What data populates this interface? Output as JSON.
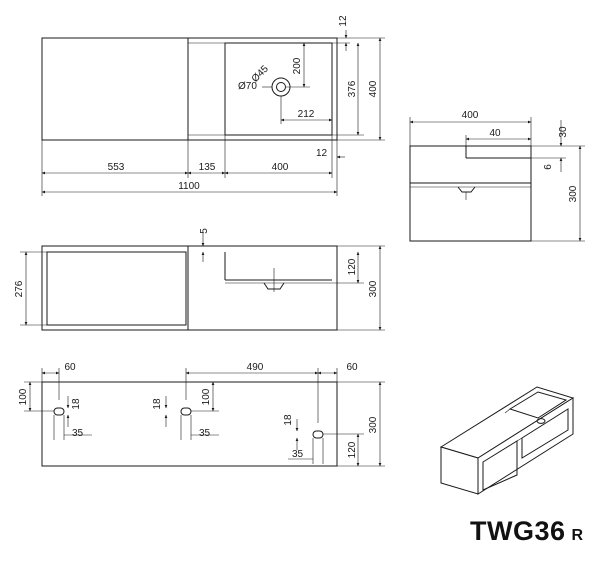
{
  "model": {
    "code": "TWG36",
    "variant": "R"
  },
  "top_view": {
    "dims": {
      "d12_top": "12",
      "d400_h": "400",
      "d376": "376",
      "d200": "200",
      "d212": "212",
      "d45": "Ø45",
      "d70": "Ø70",
      "d553": "553",
      "d135": "135",
      "d400_w": "400",
      "d12_right": "12",
      "d1100": "1100"
    }
  },
  "side_view": {
    "dims": {
      "d400": "400",
      "d40": "40",
      "d30": "30",
      "d6": "6",
      "d300": "300"
    }
  },
  "front_view": {
    "dims": {
      "d5": "5",
      "d120": "120",
      "d276": "276",
      "d300": "300"
    }
  },
  "back_view": {
    "dims": {
      "d60_left": "60",
      "d490": "490",
      "d60_right": "60",
      "d100_left": "100",
      "d18_left": "18",
      "d35_left": "35",
      "d18_mid": "18",
      "d100_mid": "100",
      "d35_mid": "35",
      "d18_right": "18",
      "d35_right": "35",
      "d300": "300",
      "d120": "120"
    }
  }
}
